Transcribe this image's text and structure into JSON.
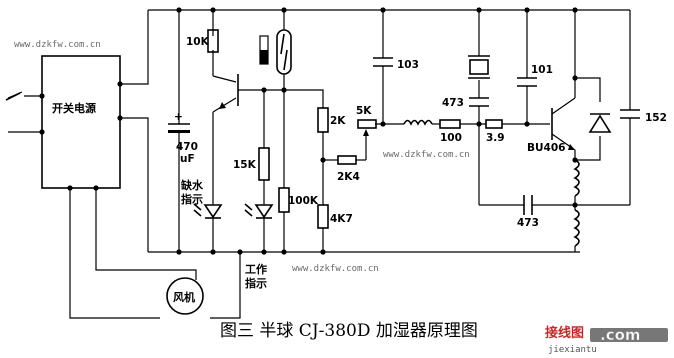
{
  "watermarks": {
    "top_left": "www.dzkfw.com.cn",
    "middle_right": "www.dzkfw.com.cn",
    "bottom_center": "www.dzkfw.com.cn"
  },
  "labels": {
    "power_supply": "开关电源",
    "cap_470uF_value": "470",
    "cap_470uF_unit": "uF",
    "cap_polarity": "+",
    "r_10k": "10K",
    "r_15k": "15K",
    "r_100k": "100K",
    "r_2k": "2K",
    "r_4k7": "4K7",
    "r_2k4": "2K4",
    "pot_5k": "5K",
    "cap_103": "103",
    "cap_473_upper": "473",
    "cap_101": "101",
    "cap_152": "152",
    "cap_473_lower": "473",
    "r_100": "100",
    "r_3_9": "3.9",
    "transistor_bu406": "BU406",
    "low_water_line1": "缺水",
    "low_water_line2": "指示",
    "working_line1": "工作",
    "working_line2": "指示",
    "fan": "风机"
  },
  "title": "图三  半球 CJ-380D 加湿器原理图",
  "logo": {
    "cn": "接线图",
    "com": ".com",
    "sub": "jiexiantu"
  },
  "colors": {
    "ink": "#000000",
    "watermark": "#6a6a6a",
    "logo_red": "#c62828"
  }
}
